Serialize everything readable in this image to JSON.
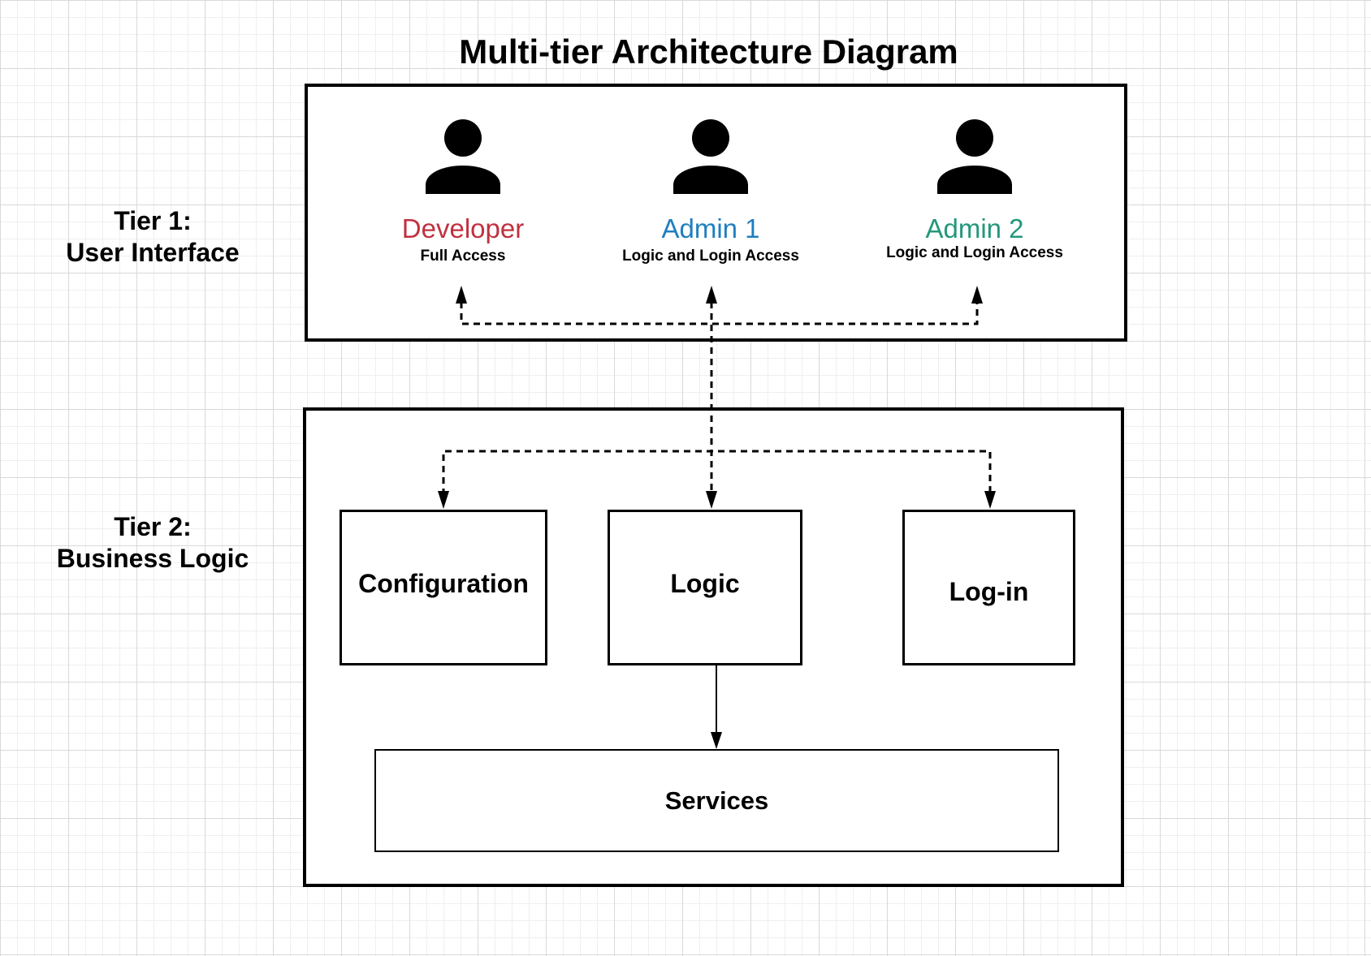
{
  "diagram": {
    "title": "Multi-tier Architecture Diagram",
    "tiers": [
      {
        "line1": "Tier 1:",
        "line2": "User Interface"
      },
      {
        "line1": "Tier 2:",
        "line2": "Business Logic"
      }
    ],
    "users": [
      {
        "role": "Developer",
        "access": "Full Access",
        "color": "#c0313f"
      },
      {
        "role": "Admin 1",
        "access": "Logic and Login Access",
        "color": "#1f7fbf"
      },
      {
        "role": "Admin 2",
        "access": "Logic and Login Access",
        "color": "#24977b"
      }
    ],
    "components": {
      "configuration": "Configuration",
      "logic": "Logic",
      "login": "Log-in",
      "services": "Services"
    },
    "icons": {
      "user": "person-icon"
    }
  }
}
